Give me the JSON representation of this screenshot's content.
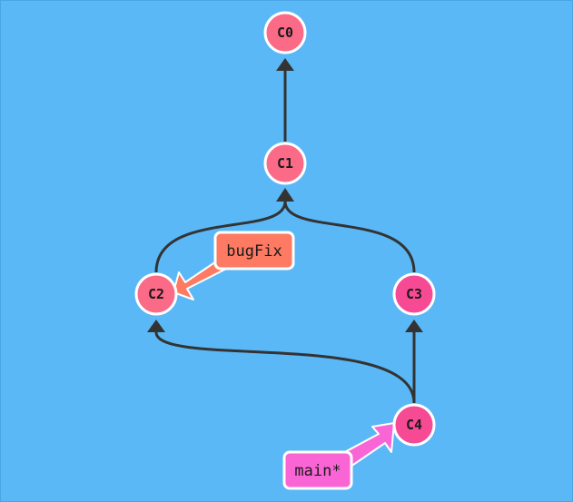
{
  "colors": {
    "background": "#5bb8f6",
    "edge": "#333333",
    "commit_main_branch": "#fb6a87",
    "commit_bugfix_branch": "#f74a95",
    "node_stroke": "#ffffff",
    "bugfix_label_fill": "#fe7a62",
    "main_label_fill": "#fa65d6"
  },
  "commits": [
    {
      "id": "c0",
      "label": "C0",
      "branch": "main"
    },
    {
      "id": "c1",
      "label": "C1",
      "branch": "main"
    },
    {
      "id": "c2",
      "label": "C2",
      "branch": "bugFix"
    },
    {
      "id": "c3",
      "label": "C3",
      "branch": "main"
    },
    {
      "id": "c4",
      "label": "C4",
      "branch": "main"
    }
  ],
  "edges": [
    {
      "from": "c1",
      "to": "c0"
    },
    {
      "from": "c2",
      "to": "c1"
    },
    {
      "from": "c3",
      "to": "c1"
    },
    {
      "from": "c4",
      "to": "c3"
    },
    {
      "from": "c4",
      "to": "c2"
    }
  ],
  "branches": [
    {
      "name": "bugFix",
      "target": "c2"
    },
    {
      "name": "main*",
      "target": "c4"
    }
  ]
}
